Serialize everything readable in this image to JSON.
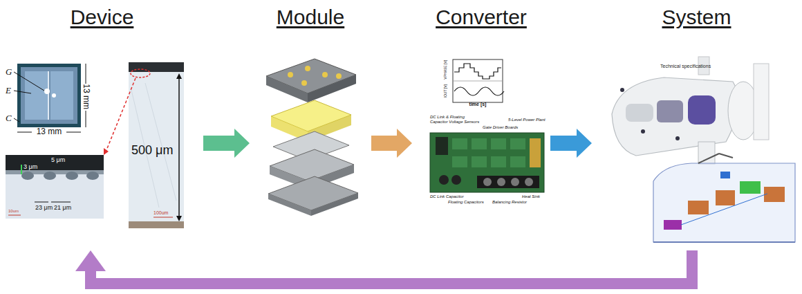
{
  "diagram": {
    "nodes": [
      {
        "text": [
          "Device"
        ]
      },
      {
        "text": [
          "Module"
        ]
      },
      {
        "text": [
          "Converter"
        ]
      },
      {
        "text": [
          "System"
        ]
      }
    ],
    "edges": [
      {
        "from": 0,
        "to": 1,
        "arrow": "to"
      },
      {
        "from": 1,
        "to": 2,
        "arrow": "to"
      },
      {
        "from": 2,
        "to": 3,
        "arrow": "to"
      },
      {
        "from": 3,
        "to": 0,
        "arrow": "to"
      }
    ],
    "labels": [
      "G",
      "E",
      "C",
      "13 mm",
      "13 mm",
      "3 μm",
      "5 μm",
      "23 μm",
      "21 μm",
      "10um",
      "500 μm",
      "100um",
      "VPHASE [V]",
      "IOUT [V]",
      "time [s]",
      "DC Link & Floating Capacitor Voltage Sensors",
      "Gate Driver Boards",
      "5-Level Power Plant",
      "DC Link Capacitor",
      "Floating Capacitors",
      "Balancing Resistor",
      "Heat Sink",
      "Technical specifications"
    ]
  }
}
